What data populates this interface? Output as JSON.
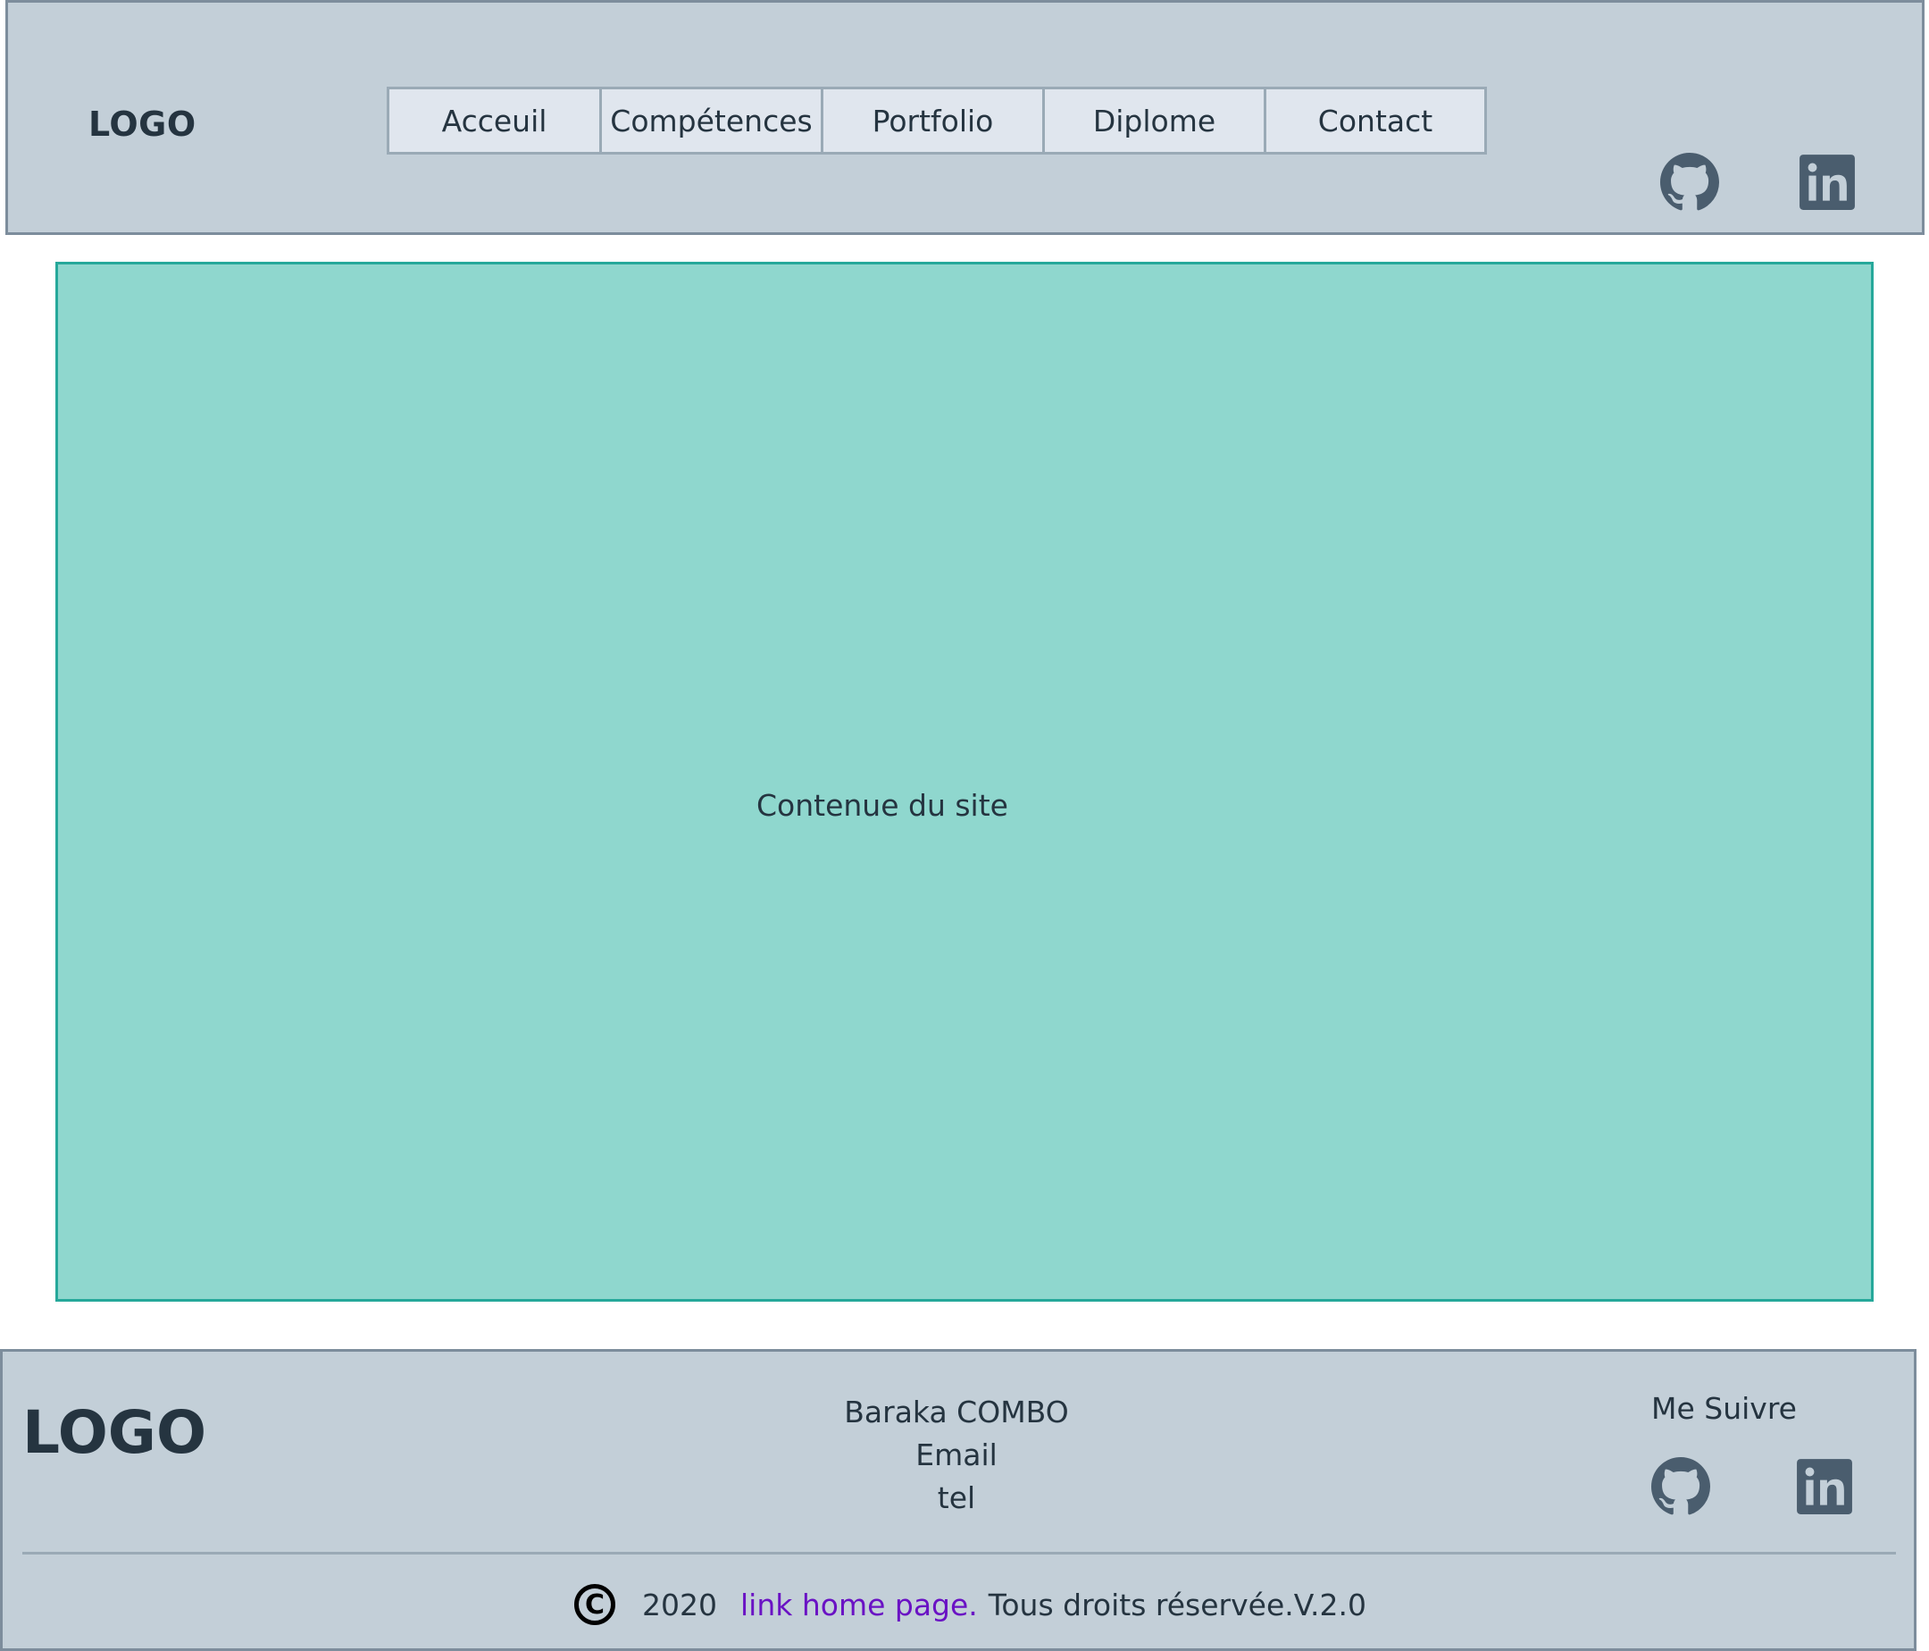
{
  "header": {
    "logo": "LOGO",
    "nav": [
      {
        "label": "Acceuil"
      },
      {
        "label": "Compétences"
      },
      {
        "label": "Portfolio"
      },
      {
        "label": "Diplome"
      },
      {
        "label": "Contact"
      }
    ],
    "social": [
      "github-icon",
      "linkedin-icon"
    ]
  },
  "main": {
    "content_text": "Contenue du site"
  },
  "footer": {
    "logo": "LOGO",
    "name": "Baraka COMBO",
    "email": "Email",
    "tel": "tel",
    "follow_label": "Me Suivre",
    "copyright_symbol": "C",
    "year": "2020",
    "link_text": "link home page.",
    "rights_text": "Tous droits réservée.V.2.0"
  },
  "colors": {
    "header_bg": "#c3cfd8",
    "main_bg": "#8fd7ce",
    "main_border": "#26a89a",
    "link": "#6a12c4"
  }
}
